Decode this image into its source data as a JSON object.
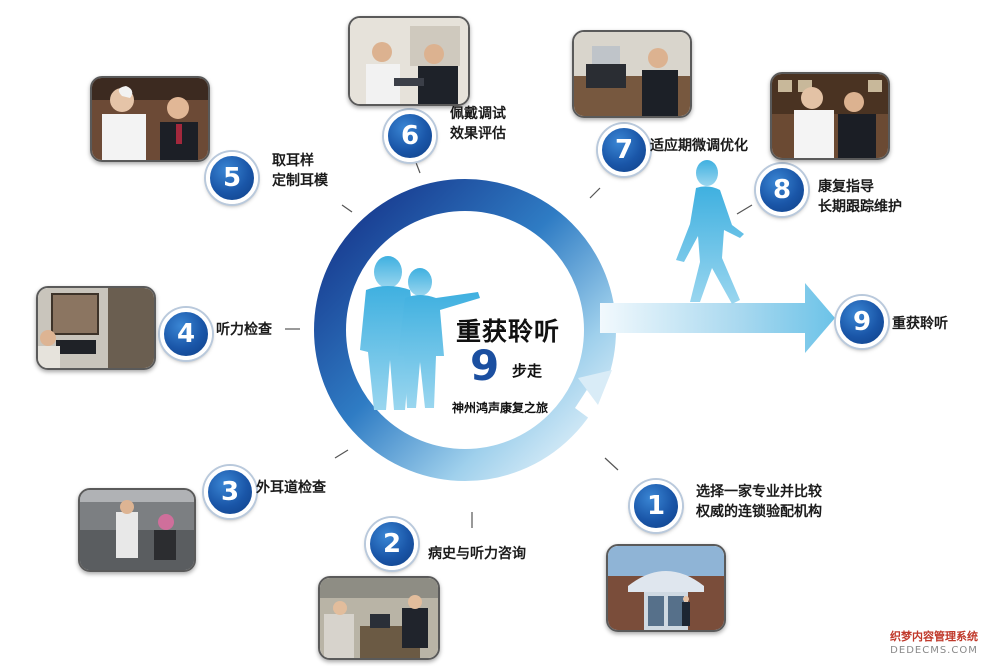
{
  "center": {
    "title": "重获聆听",
    "number": "9",
    "suffix": "步走",
    "journey": "神州鸿声康复之旅"
  },
  "steps": [
    {
      "num": "1",
      "line1": "选择一家专业并比较",
      "line2": "权威的连锁验配机构"
    },
    {
      "num": "2",
      "line1": "病史与听力咨询",
      "line2": ""
    },
    {
      "num": "3",
      "line1": "外耳道检查",
      "line2": ""
    },
    {
      "num": "4",
      "line1": "听力检查",
      "line2": ""
    },
    {
      "num": "5",
      "line1": "取耳样",
      "line2": "定制耳模"
    },
    {
      "num": "6",
      "line1": "佩戴调试",
      "line2": "效果评估"
    },
    {
      "num": "7",
      "line1": "适应期微调优化",
      "line2": ""
    },
    {
      "num": "8",
      "line1": "康复指导",
      "line2": "长期跟踪维护"
    },
    {
      "num": "9",
      "line1": "重获聆听",
      "line2": ""
    }
  ],
  "watermark": {
    "line1": "织梦内容管理系统",
    "line2": "DEDECMS.COM"
  },
  "colors": {
    "ring_dark": "#1a3f98",
    "ring_light": "#e8f3fb",
    "badge": "#1a56a8",
    "silhouette": "#5fc1e6"
  }
}
